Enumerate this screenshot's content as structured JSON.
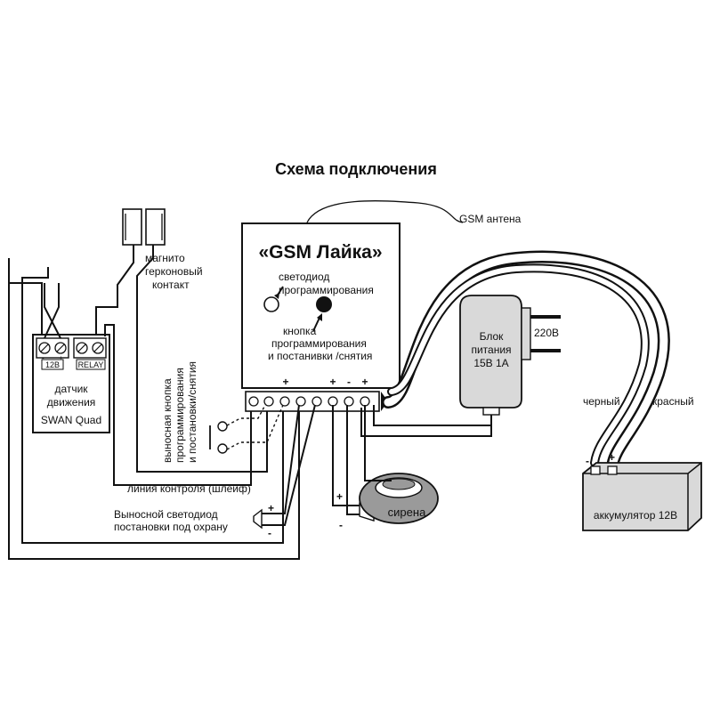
{
  "title": "Схема подключения",
  "antenna": {
    "label": "GSM антена"
  },
  "device": {
    "name": "«GSM Лайка»",
    "led_label_1": "светодиод",
    "led_label_2": "программирования",
    "button_label_1": "кнопка",
    "button_label_2": "программирования",
    "button_label_3": "и постанивки /снятия",
    "terminal_signs": [
      "+",
      "+",
      "-",
      "+"
    ]
  },
  "reed_switch": {
    "label_1": "магнито",
    "label_2": "герконовый",
    "label_3": "контакт"
  },
  "motion_sensor": {
    "terminal_12v": "12В",
    "terminal_relay": "RELAY",
    "minus": "-",
    "plus": "+",
    "label_1": "датчик",
    "label_2": "движения",
    "label_3": "SWAN Quad"
  },
  "remote_button": {
    "label_1": "выносная кнопка",
    "label_2": "программирования",
    "label_3": "и постановки/снятия"
  },
  "control_line": {
    "label": "линия контроля (шлейф)"
  },
  "remote_led": {
    "label_1": "Выносной светодиод",
    "label_2": "постановки под охрану",
    "plus": "+",
    "minus": "-"
  },
  "siren": {
    "label": "сирена",
    "plus": "+",
    "minus": "-"
  },
  "power_supply": {
    "label_1": "Блок",
    "label_2": "питания",
    "label_3": "15В 1А",
    "mains": "220В"
  },
  "battery": {
    "label": "аккумулятор 12В",
    "wire_black": "черный",
    "wire_red": "красный",
    "minus": "-",
    "plus": "+"
  },
  "colors": {
    "ink": "#111111",
    "psu_fill": "#d9d9d9",
    "battery_fill": "#d9d9d9",
    "siren_fill": "#9a9a9a"
  }
}
